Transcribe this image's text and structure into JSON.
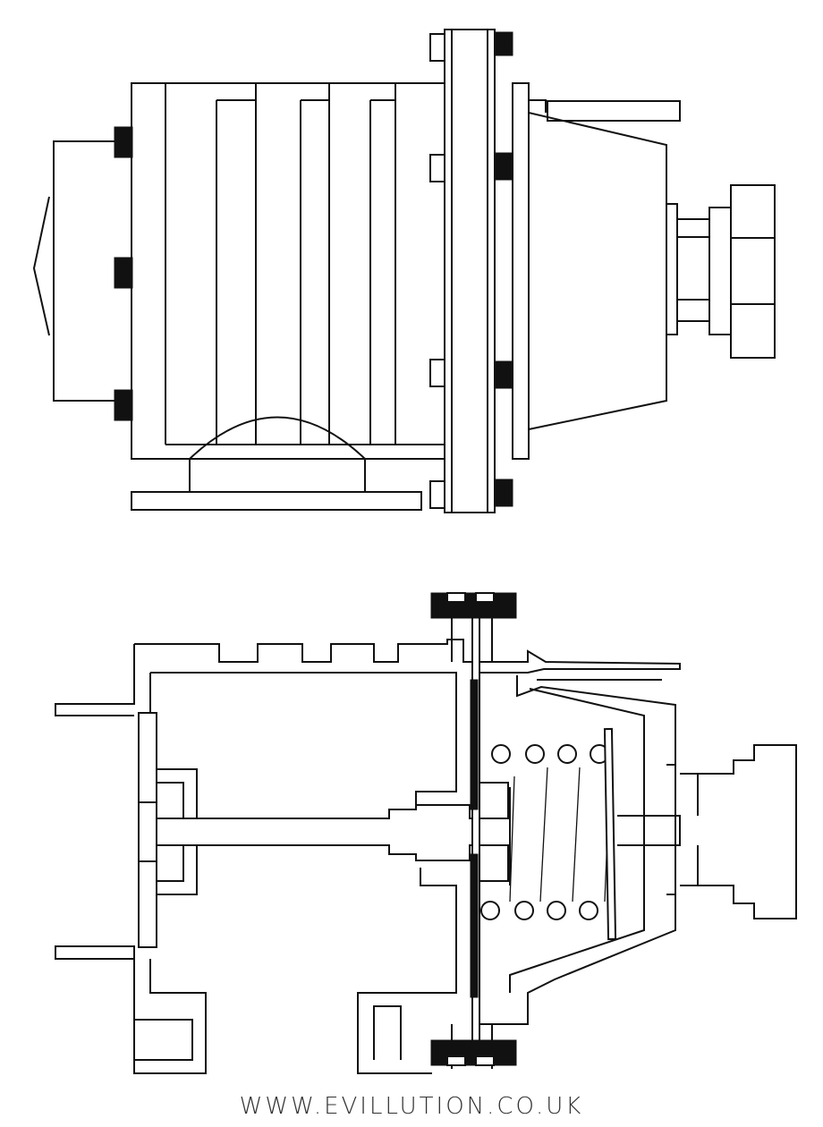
{
  "diagram": {
    "views": [
      "exterior-side-view",
      "cross-section-view"
    ],
    "colors": {
      "stroke": "#111111",
      "fill": "#ffffff",
      "bolt": "#111111"
    }
  },
  "watermark": {
    "text": "WWW.EVILLUTION.CO.UK"
  }
}
